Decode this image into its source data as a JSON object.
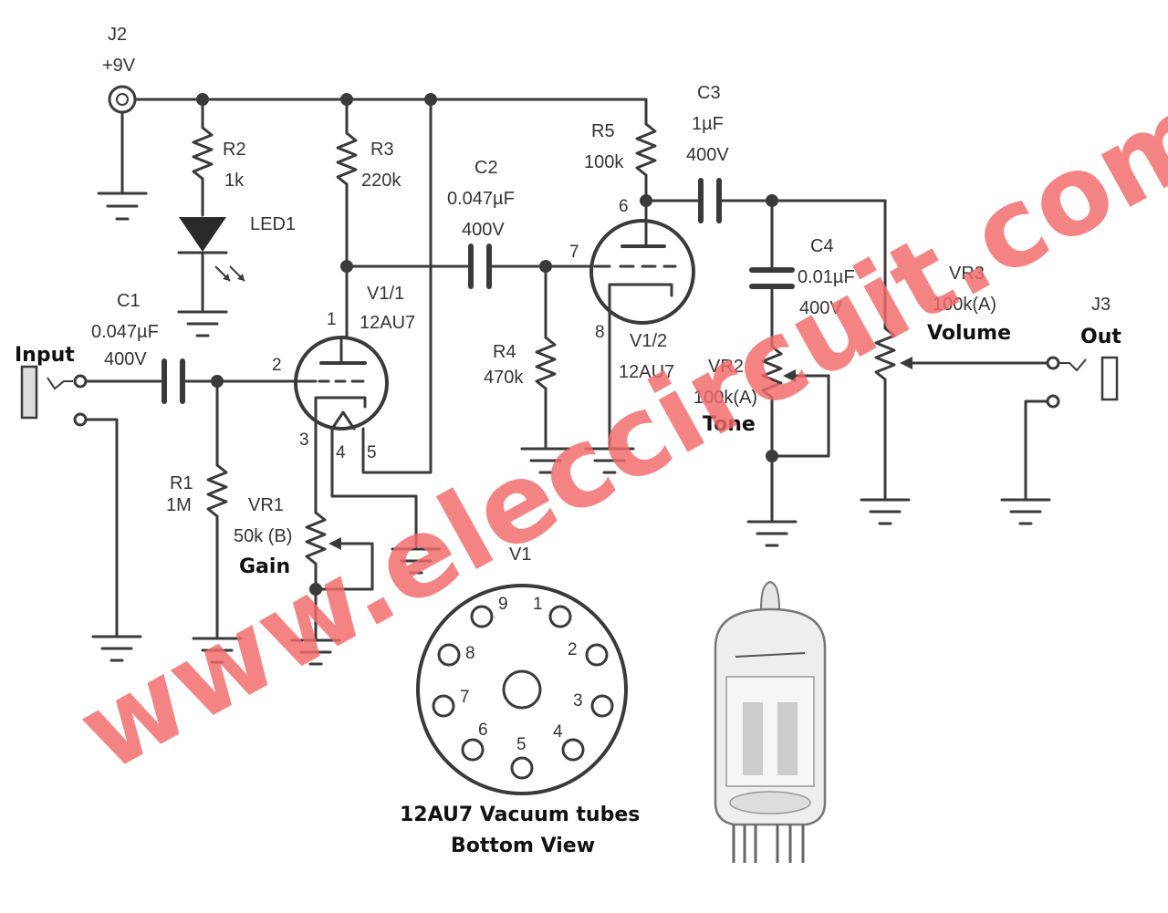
{
  "labels": {
    "j2": "J2",
    "j2_voltage": "+9V",
    "r2": "R2",
    "r2_value": "1k",
    "led1": "LED1",
    "r3": "R3",
    "r3_value": "220k",
    "c2": "C2",
    "c2_value": "0.047µF",
    "c2_voltage": "400V",
    "r5": "R5",
    "r5_value": "100k",
    "c3": "C3",
    "c3_value": "1µF",
    "c3_voltage": "400V",
    "c1": "C1",
    "c1_value": "0.047µF",
    "c1_voltage": "400V",
    "input": "Input",
    "v1_1": "V1/1",
    "v1_1_type": "12AU7",
    "r4": "R4",
    "r4_value": "470k",
    "v1_2": "V1/2",
    "v1_2_type": "12AU7",
    "c4": "C4",
    "c4_value": "0.01µF",
    "c4_voltage": "400V",
    "vr3": "VR3",
    "vr3_value": "100k(A)",
    "volume": "Volume",
    "j3": "J3",
    "out": "Out",
    "vr2": "VR2",
    "vr2_value": "100k(A)",
    "tone": "Tone",
    "r1": "R1",
    "r1_value": "1M",
    "vr1": "VR1",
    "vr1_value": "50k (B)",
    "gain": "Gain",
    "v1": "V1",
    "tube_title": "12AU7 Vacuum tubes",
    "tube_subtitle": "Bottom View"
  },
  "pins": {
    "p1": "1",
    "p2": "2",
    "p3": "3",
    "p4": "4",
    "p5": "5",
    "p6": "6",
    "p7": "7",
    "p8": "8"
  },
  "base_pins": [
    "9",
    "1",
    "8",
    "2",
    "7",
    "3",
    "6",
    "4",
    "5"
  ],
  "watermark": "www.eleccircuit.com",
  "colors": {
    "line": "#3a3a3a",
    "watermark": "#f26a6a"
  }
}
